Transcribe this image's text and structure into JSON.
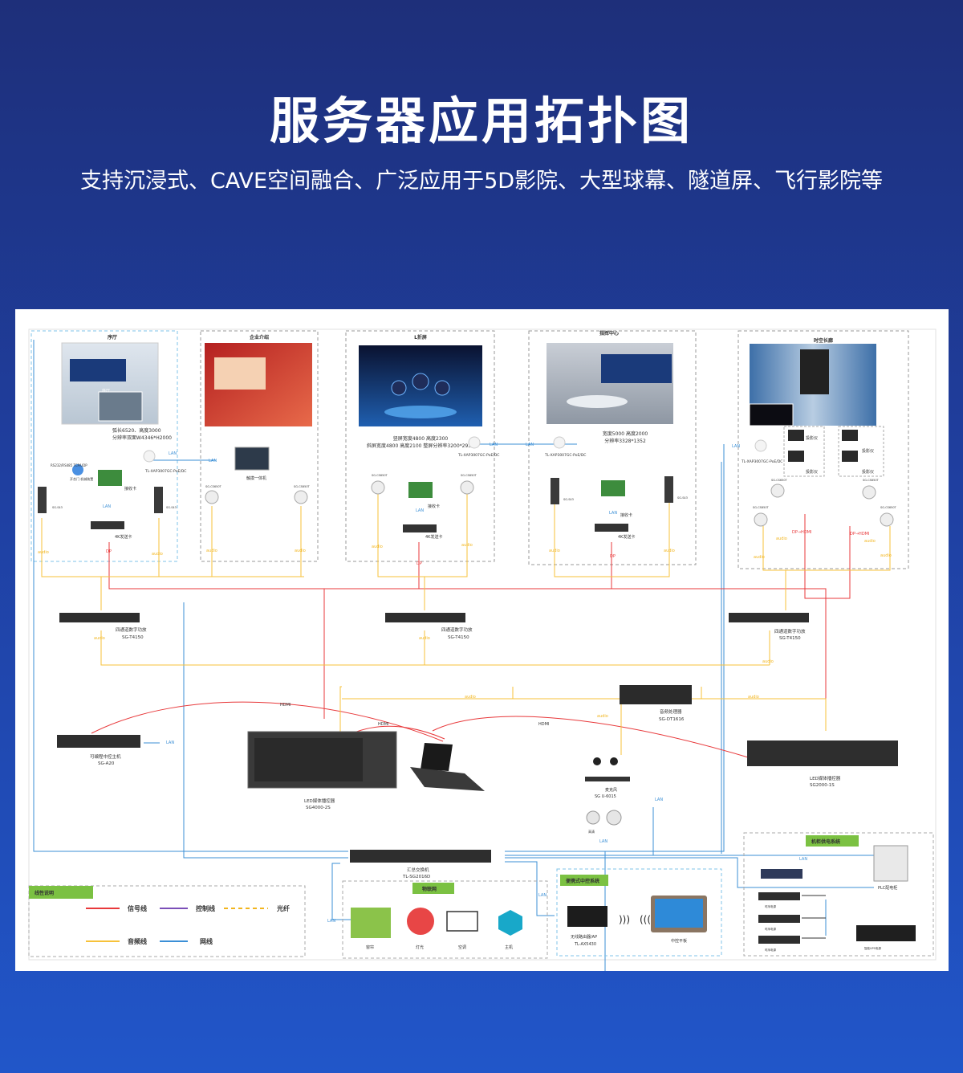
{
  "header": {
    "title": "服务器应用拓扑图",
    "subtitle": "支持沉浸式、CAVE空间融合、广泛应用于5D影院、大型球幕、隧道屏、飞行影院等"
  },
  "colors": {
    "signal": "#e8393b",
    "control": "#7b4fb8",
    "fiber": "#f2b51e",
    "audio": "#f7c23a",
    "network": "#3b8fd6",
    "accent_green": "#7bc142"
  },
  "zones": {
    "lobby": {
      "title": "序厅",
      "photo_tag": "序厅",
      "spec1": "弧长6520、高度3000",
      "spec2": "分辨率双面W4346*H2000"
    },
    "corp": {
      "title": "企业介绍"
    },
    "lscreen": {
      "title": "L折屏",
      "spec1": "竖屏宽度4800 高度2300",
      "spec2": "斜屏宽度4800 高度2100 整屏分辨率3200*2933"
    },
    "command": {
      "title": "指挥中心",
      "spec1": "宽度5000 高度2000",
      "spec2": "分辨率3328*1352"
    },
    "tunnel": {
      "title": "时空长廊"
    }
  },
  "devices": {
    "receiver_card": "接收卡",
    "sender_card": "4K发送卡",
    "ap": "TL-XAP3007GC-PoE/DC",
    "touch_panel": "触摸一体机",
    "door": "开合门\n机械装置",
    "door_sub": "RS232/RS485\nTCP/UDP",
    "speaker": "SG-S43",
    "ceiling_speaker": "SG-CS650T",
    "projector": "投影仪",
    "amp_label": "四通道数字功放",
    "amp_model": "SG-T4150",
    "central_label": "可编程中控主机",
    "central_model": "SG-A20",
    "audio_proc_label": "音频处理器",
    "audio_proc_model": "SG-DT1616",
    "led_ctrl_a_label": "LED媒体播控器",
    "led_ctrl_a_model": "SG4000-2S",
    "led_ctrl_b_label": "LED媒体播控器",
    "led_ctrl_b_model": "SG2000-1S",
    "mic_label": "麦克风",
    "mic_model": "SG U-6015",
    "camera_label": "高清",
    "switch_label": "汇总交换机",
    "switch_model": "TL-SG2016D",
    "router_label": "无线路由器/AP",
    "router_model": "TL-AX5430",
    "tablet_label": "中控平板",
    "portable_title": "便携式中控系统",
    "iot_title": "物联网",
    "iot_items": [
      "窗帘",
      "灯光",
      "空调",
      "主机"
    ],
    "power_title": "机柜供电系统",
    "plc_label": "PLC配电柜",
    "seq_label": "时序电源",
    "ups_label": "智能UPS电源"
  },
  "wire_labels": {
    "lan": "LAN",
    "dp": "DP",
    "hdmi": "HDMI",
    "audio": "audio",
    "dp_hdmi": "DP→HDMI"
  },
  "legend": {
    "title": "线性说明",
    "items": [
      {
        "label": "信号线",
        "color": "#e8393b"
      },
      {
        "label": "控制线",
        "color": "#7b4fb8"
      },
      {
        "label": "光纤",
        "color": "#f2b51e"
      },
      {
        "label": "音频线",
        "color": "#f7c23a"
      },
      {
        "label": "网线",
        "color": "#3b8fd6"
      }
    ]
  }
}
